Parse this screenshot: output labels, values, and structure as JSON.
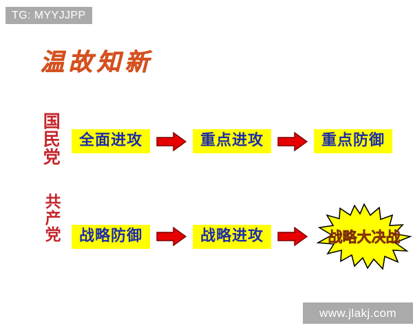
{
  "watermarks": {
    "top_left": "TG: MYYJJPP",
    "bottom_right": "www.jlakj.com"
  },
  "title": "温故知新",
  "colors": {
    "title_text": "#d8501e",
    "chip_background": "#ffff00",
    "chip_text": "#1d2ca8",
    "arrow_fill": "#e60000",
    "arrow_stroke": "#7a0000",
    "side_label_text": "#c4262c",
    "burst_fill": "#ffff00",
    "burst_stroke": "#000000",
    "burst_text": "#e8601c",
    "watermark_background": "#aaaaaa",
    "watermark_text": "#ffffff",
    "page_background": "#ffffff"
  },
  "rows": [
    {
      "id": "kmt",
      "side_label": "国民党",
      "stages": [
        "全面进攻",
        "重点进攻",
        "重点防御"
      ],
      "arrow_icons": [
        "right-arrow-icon",
        "right-arrow-icon"
      ]
    },
    {
      "id": "cpc",
      "side_label": "共产党",
      "stages": [
        "战略防御",
        "战略进攻"
      ],
      "arrow_icons": [
        "right-arrow-icon",
        "right-arrow-icon"
      ],
      "burst_label": "战略大决战"
    }
  ]
}
